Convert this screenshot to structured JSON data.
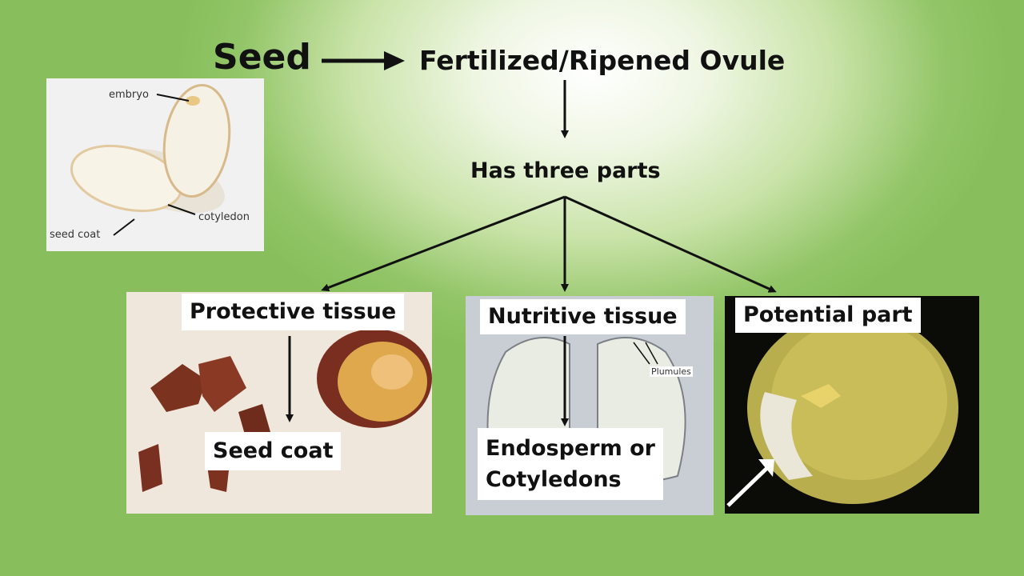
{
  "title": {
    "left": "Seed",
    "right": "Fertilized/Ripened Ovule"
  },
  "middle": "Has three parts",
  "seed_photo": {
    "labels": {
      "embryo": "embryo",
      "cotyledon": "cotyledon",
      "seed_coat": "seed coat"
    }
  },
  "parts": [
    {
      "heading": "Protective tissue",
      "detail": "Seed coat"
    },
    {
      "heading": "Nutritive tissue",
      "detail_line1": "Endosperm or",
      "detail_line2": "Cotyledons",
      "photo_label": "Plumules"
    },
    {
      "heading": "Potential part"
    }
  ],
  "colors": {
    "background_center": "#ffffff",
    "background_edge": "#88bf5c",
    "arrow": "#111111"
  }
}
